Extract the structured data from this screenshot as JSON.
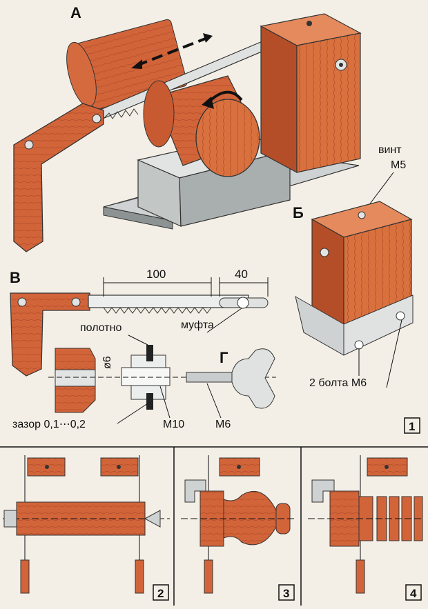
{
  "figure": {
    "view_labels": {
      "a": "А",
      "b": "Б",
      "v": "В",
      "g": "Г"
    },
    "dimensions": {
      "blade_length": "100",
      "slot_length": "40",
      "diameter": "ø6"
    },
    "callouts": {
      "screw_line1": "винт",
      "screw_line2": "M5",
      "blade": "полотно",
      "coupling": "муфта",
      "gap": "зазор 0,1⋯0,2",
      "thread_m10": "M10",
      "thread_m6": "M6",
      "bolts": "2 болта M6"
    },
    "panel_numbers": {
      "p1": "1",
      "p2": "2",
      "p3": "3",
      "p4": "4"
    }
  },
  "colors": {
    "wood": "#d2643a",
    "wood_dark": "#b44e28",
    "wood_light": "#e58a5c",
    "metal": "#cfd2d2",
    "metal_dark": "#8d9292",
    "paper": "#f4efe6",
    "ink": "#111111"
  }
}
